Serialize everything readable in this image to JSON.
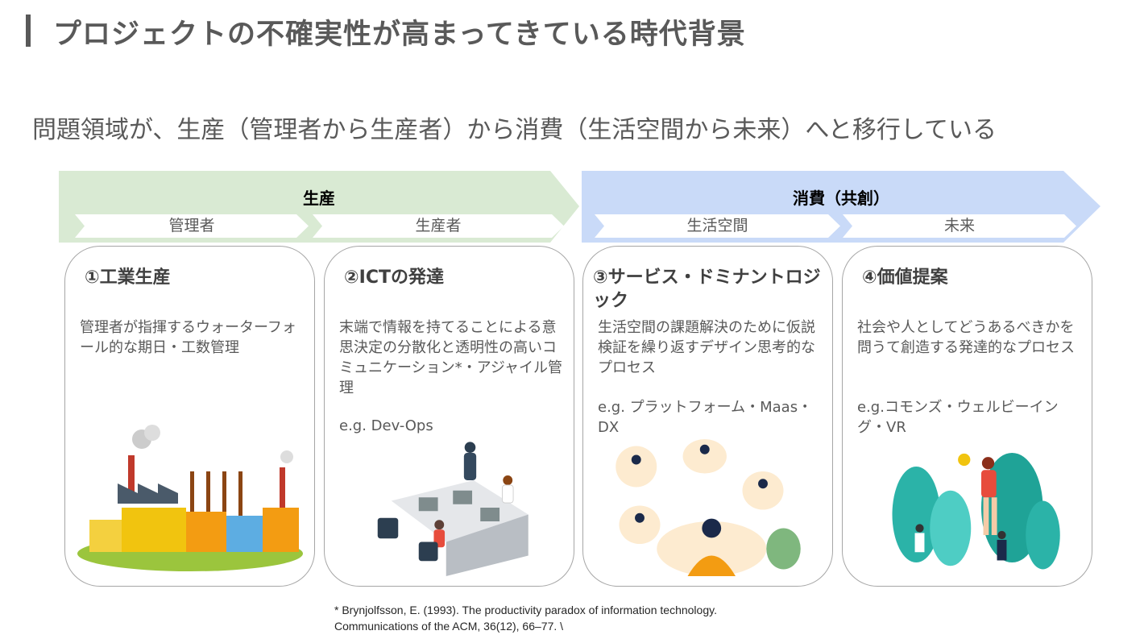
{
  "title": "プロジェクトの不確実性が高まってきている時代背景",
  "subtitle": "問題領域が、生産（管理者から生産者）から消費（生活空間から未来）へと移行している",
  "colors": {
    "production": "#d9ead3",
    "consumption": "#c9daf8",
    "text": "#595959"
  },
  "phases": [
    {
      "label": "生産",
      "subs": [
        "管理者",
        "生産者"
      ]
    },
    {
      "label": "消費（共創）",
      "subs": [
        "生活空間",
        "未来"
      ]
    }
  ],
  "cards": [
    {
      "title": "①工業生産",
      "body": "管理者が指揮するウォーターフォール的な期日・工数管理",
      "eg": "",
      "illustration": "factory-illustration"
    },
    {
      "title": "②ICTの発達",
      "body": "末端で情報を持てることによる意思決定の分散化と透明性の高いコミュニケーション*・アジャイル管理",
      "eg": "e.g. Dev-Ops",
      "illustration": "office-team-illustration"
    },
    {
      "title": "③サービス・ドミナントロジック",
      "body": "生活空間の課題解決のために仮説検証を繰り返すデザイン思考的なプロセス",
      "eg": "e.g. プラットフォーム・Maas・DX",
      "illustration": "thinking-people-illustration"
    },
    {
      "title": "④価値提案",
      "body": "社会や人としてどうあるべきかを問うて創造する発達的なプロセス",
      "eg": "e.g.コモンズ・ウェルビーイング・VR",
      "illustration": "people-nature-illustration"
    }
  ],
  "footnote": "* Brynjolfsson, E. (1993). The productivity paradox of information technology. Communications of the ACM, 36(12), 66–77. \\"
}
